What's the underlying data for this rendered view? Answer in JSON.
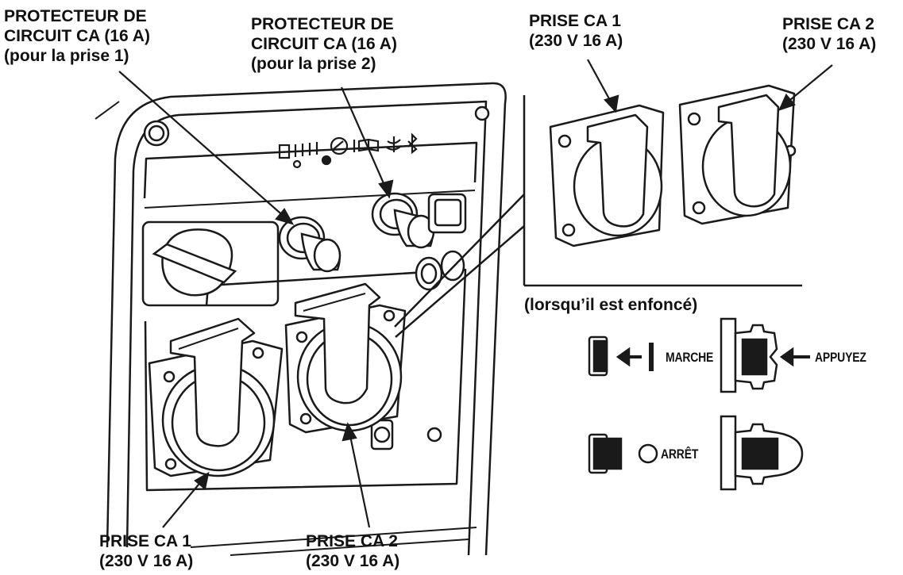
{
  "labels": {
    "breaker_1": {
      "line1": "PROTECTEUR DE",
      "line2": "CIRCUIT CA (16 A)",
      "line3": "(pour la prise 1)"
    },
    "breaker_2": {
      "line1": "PROTECTEUR DE",
      "line2": "CIRCUIT CA (16 A)",
      "line3": "(pour la prise 2)"
    },
    "inset_receptacle_1": {
      "line1": "PRISE CA 1",
      "line2": "(230 V 16 A)"
    },
    "inset_receptacle_2": {
      "line1": "PRISE CA 2",
      "line2": "(230 V 16 A)"
    },
    "bottom_receptacle_1": {
      "line1": "PRISE CA 1",
      "line2": "(230 V 16 A)"
    },
    "bottom_receptacle_2": {
      "line1": "PRISE CA 2",
      "line2": "(230 V 16 A)"
    },
    "pressed_note": "(lorsqu’il est enfoncé)",
    "state_on": "MARCHE",
    "state_off": "ARRÊT",
    "action_press": "APPUYEZ"
  },
  "colors": {
    "ink": "#111111",
    "outline": "#1a1a1a",
    "panel_fill": "#ffffff",
    "shade": "#d9d9d9"
  }
}
